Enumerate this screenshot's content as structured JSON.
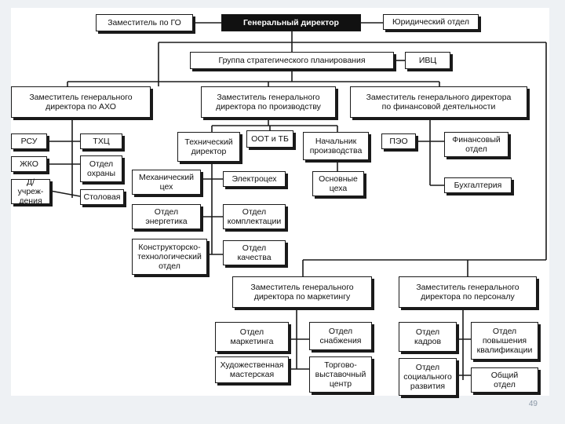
{
  "boxes": {
    "deputy_go": "Заместитель по ГО",
    "general_director": "Генеральный директор",
    "legal_dept": "Юридический отдел",
    "strategic_planning": "Группа стратегического планирования",
    "ivc": "ИВЦ",
    "deputy_axo": "Заместитель генерального\nдиректора по АХО",
    "deputy_production": "Заместитель генерального\nдиректора по производству",
    "deputy_finance": "Заместитель генерального директора\nпо финансовой деятельности",
    "rsu": "РСУ",
    "thc": "ТХЦ",
    "zhko": "ЖКО",
    "security_dept": "Отдел\nохраны",
    "preschool": "Д/учреж-\nдения",
    "canteen": "Столовая",
    "tech_director": "Технический\nдиректор",
    "oot_tb": "ООТ и ТБ",
    "production_head": "Начальник\nпроизводства",
    "peo": "ПЭО",
    "finance_dept": "Финансовый\nотдел",
    "accounting": "Бухгалтерия",
    "mechanical_shop": "Механический\nцех",
    "electro_shop": "Электроцех",
    "main_shops": "Основные\nцеха",
    "energy_dept": "Отдел\nэнергетика",
    "components_dept": "Отдел\nкомплектации",
    "design_dept": "Конструкторско-\nтехнологический\nотдел",
    "quality_dept": "Отдел\nкачества",
    "deputy_marketing": "Заместитель генерального\nдиректора по маркетингу",
    "deputy_personnel": "Заместитель генерального\nдиректора по персоналу",
    "marketing_dept": "Отдел\nмаркетинга",
    "supply_dept": "Отдел\nснабжения",
    "art_workshop": "Художественная\nмастерская",
    "exhibition_center": "Торгово-\nвыставочный\nцентр",
    "hr_dept": "Отдел\nкадров",
    "qualification_dept": "Отдел\nповышения\nквалификации",
    "social_dept": "Отдел\nсоциального\nразвития",
    "general_dept": "Общий\nотдел"
  },
  "page_number": "49"
}
